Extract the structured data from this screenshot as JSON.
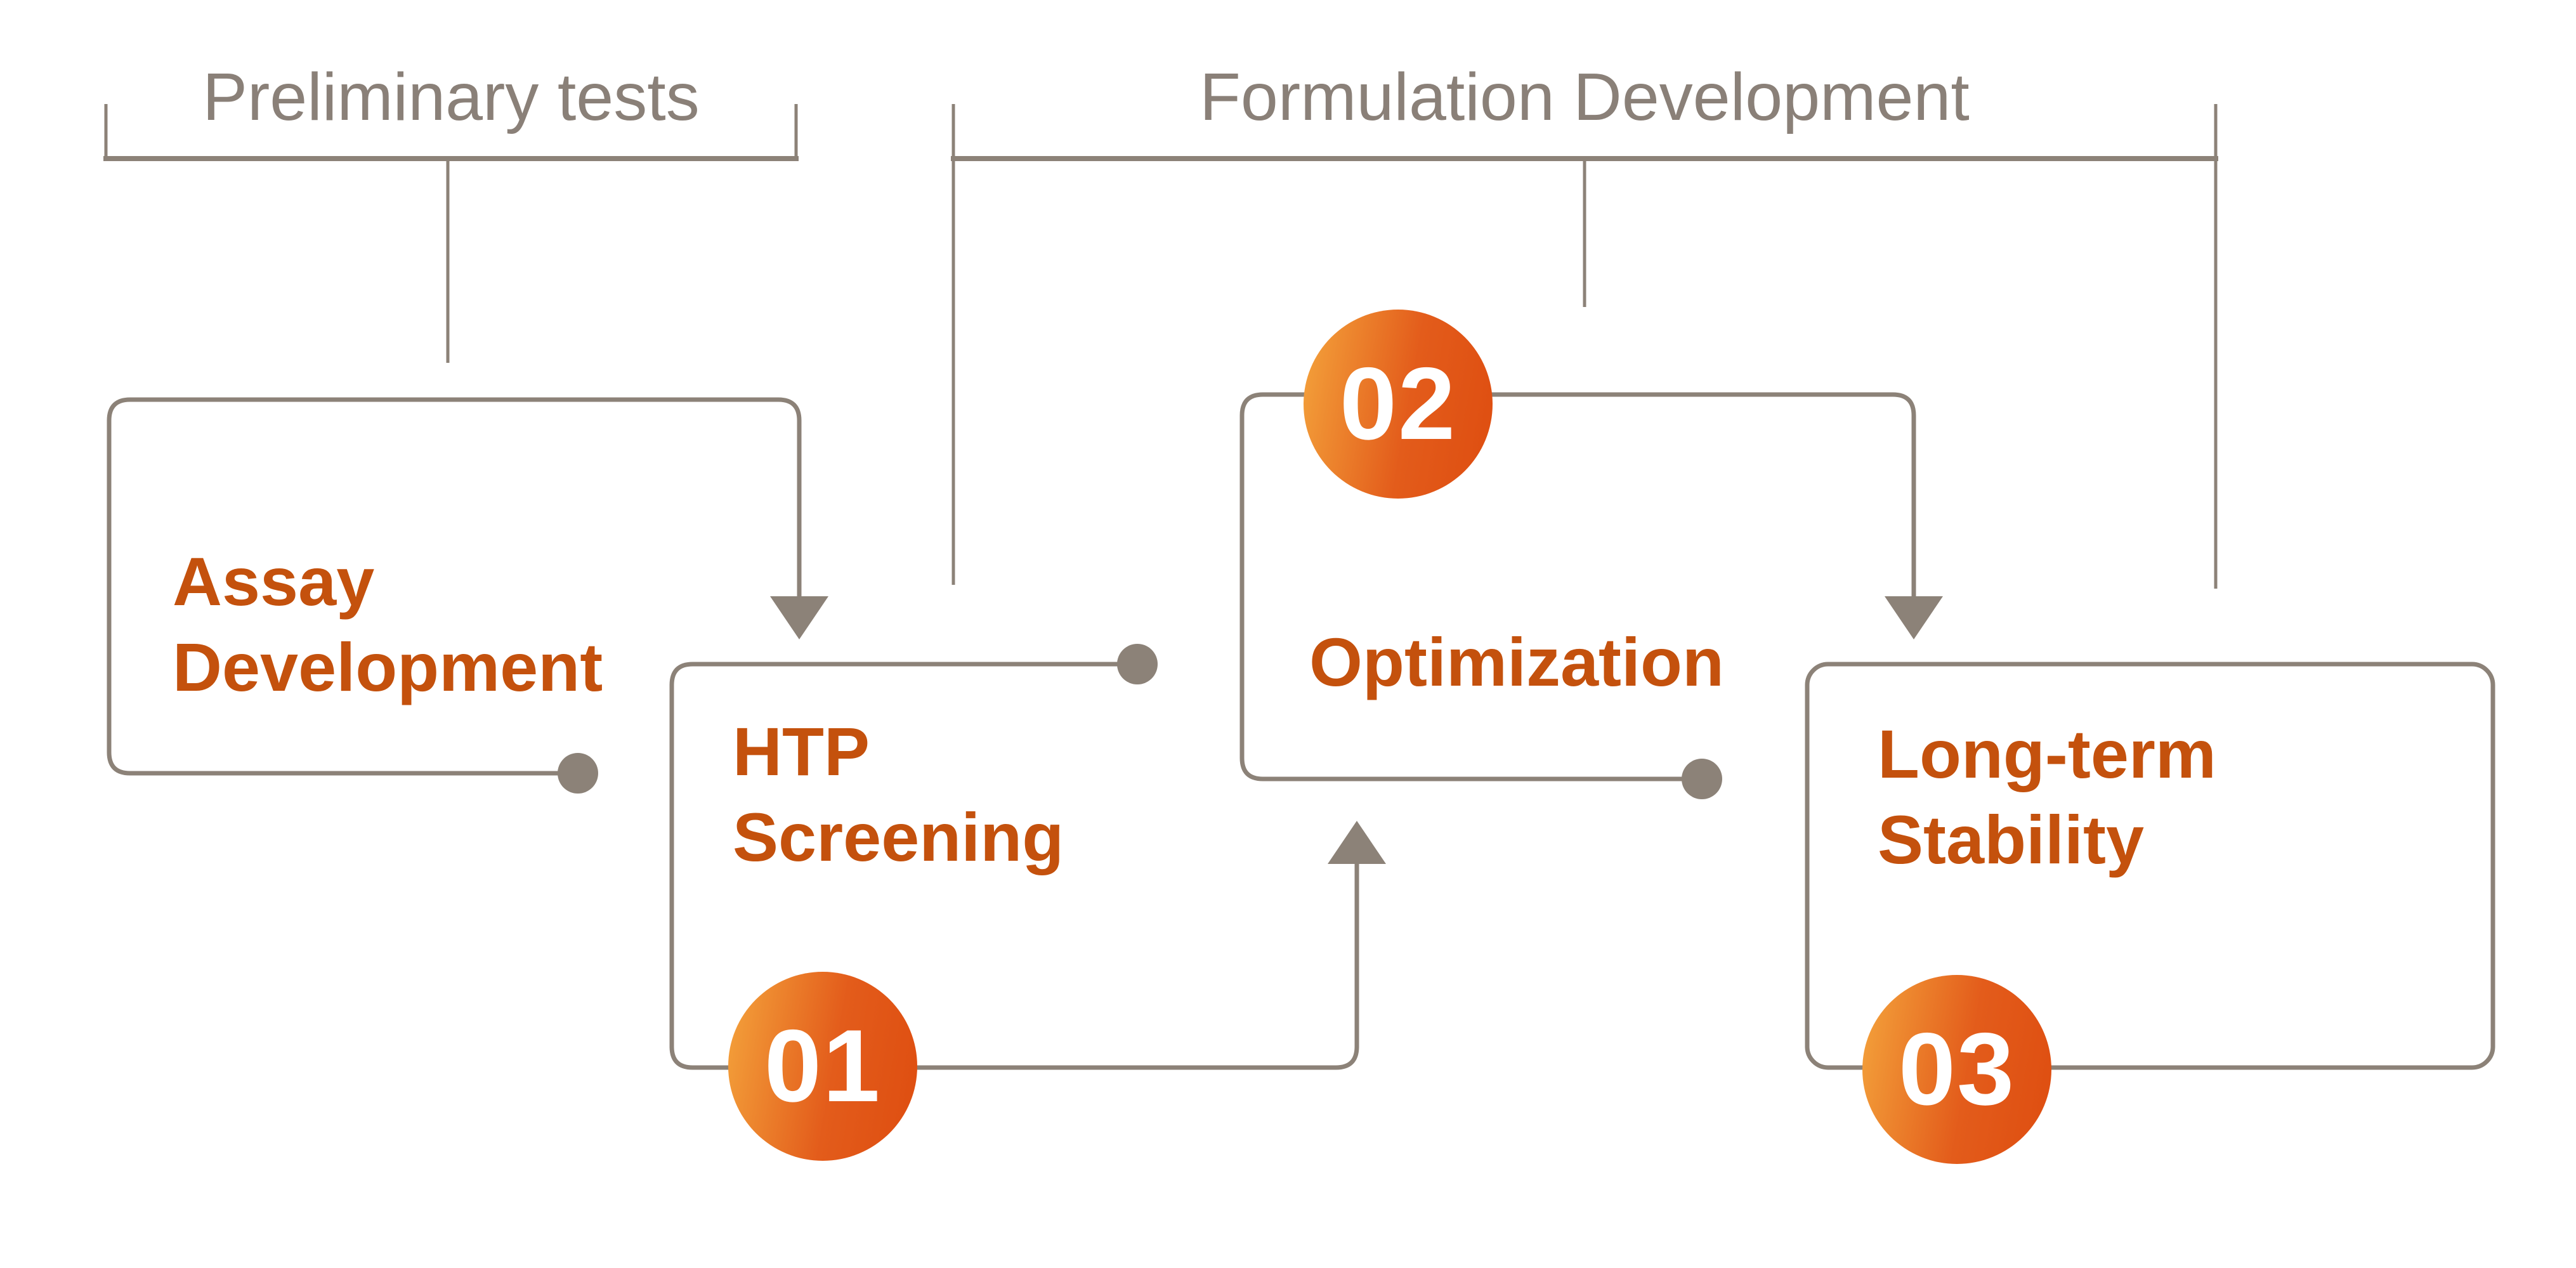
{
  "phases": [
    {
      "label": "Preliminary tests"
    },
    {
      "label": "Formulation Development"
    }
  ],
  "steps": [
    {
      "label": "Assay\nDevelopment"
    },
    {
      "number": "01",
      "label": "HTP\nScreening"
    },
    {
      "number": "02",
      "label": "Optimization"
    },
    {
      "number": "03",
      "label": "Long-term\nStability"
    }
  ],
  "colors": {
    "background": "#ffffff",
    "line": "#8C8278",
    "label_gray": "#8A8078",
    "accent_orange": "#C4510D",
    "badge_gradient_start": "#F4A43C",
    "badge_gradient_mid": "#E35C1B",
    "badge_gradient_end": "#DE4D10",
    "badge_text": "#FFFFFF"
  }
}
